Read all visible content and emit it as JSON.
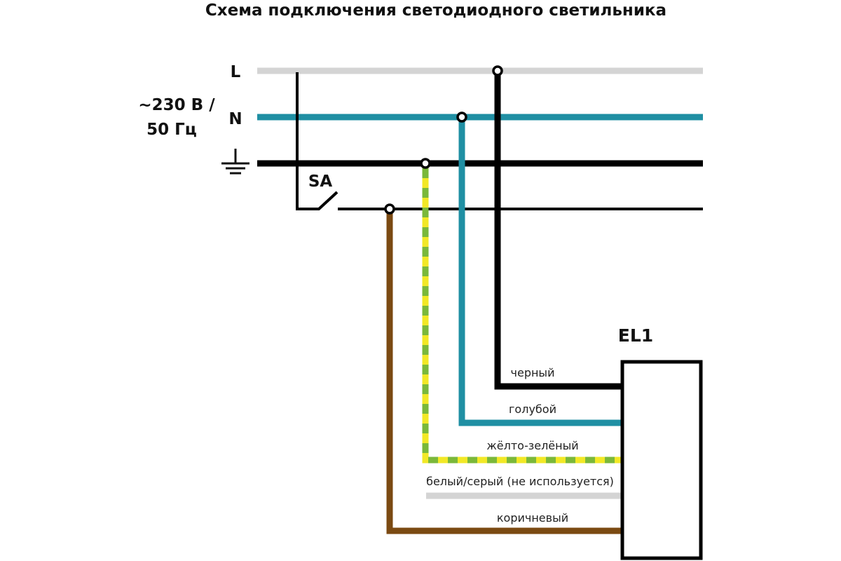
{
  "title": "Схема подключения светодиодного светильника",
  "supply": {
    "voltage": "~230 В /",
    "frequency": "50 Гц"
  },
  "lines": {
    "L": "L",
    "N": "N"
  },
  "switch_label": "SA",
  "lamp_label": "EL1",
  "wires": {
    "black": "черный",
    "blue": "голубой",
    "yellow_green": "жёлто-зелёный",
    "white_gray": "белый/серый (не используется)",
    "brown": "коричневый"
  },
  "colors": {
    "L": "#d4d4d4",
    "N": "#1f8fa3",
    "ground": "#000000",
    "yellow": "#f2e826",
    "green": "#7ab83a",
    "brown": "#7b4a12",
    "unused": "#d4d4d4"
  }
}
